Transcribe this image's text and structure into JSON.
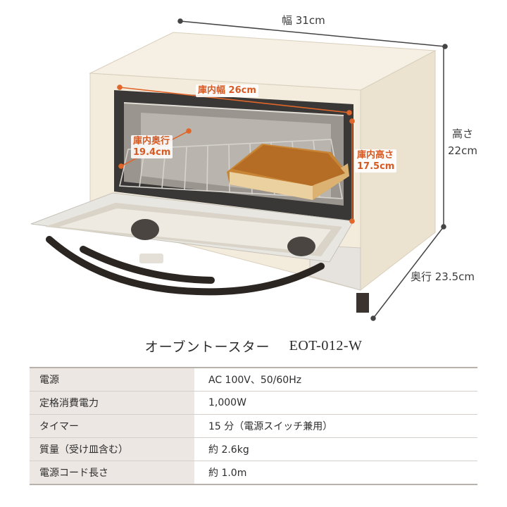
{
  "dimensions": {
    "width": "幅 31cm",
    "height_label": "高さ",
    "height_value": "22cm",
    "depth": "奥行 23.5cm",
    "inner_width": "庫内幅 26cm",
    "inner_depth_label": "庫内奥行",
    "inner_depth_value": "19.4cm",
    "inner_height_label": "庫内高さ",
    "inner_height_value": "17.5cm"
  },
  "product": {
    "name": "オーブントースター",
    "model": "EOT-012-W"
  },
  "specs": [
    {
      "label": "電源",
      "value": "AC 100V、50/60Hz"
    },
    {
      "label": "定格消費電力",
      "value": "1,000W"
    },
    {
      "label": "タイマー",
      "value": "15 分（電源スイッチ兼用）"
    },
    {
      "label": "質量（受け皿含む）",
      "value": "約 2.6kg"
    },
    {
      "label": "電源コード長さ",
      "value": "約 1.0m"
    }
  ],
  "colors": {
    "body": "#f2ebdd",
    "accent": "#e0662a",
    "handle": "#2c2622",
    "table_label_bg": "#ece7e3"
  }
}
